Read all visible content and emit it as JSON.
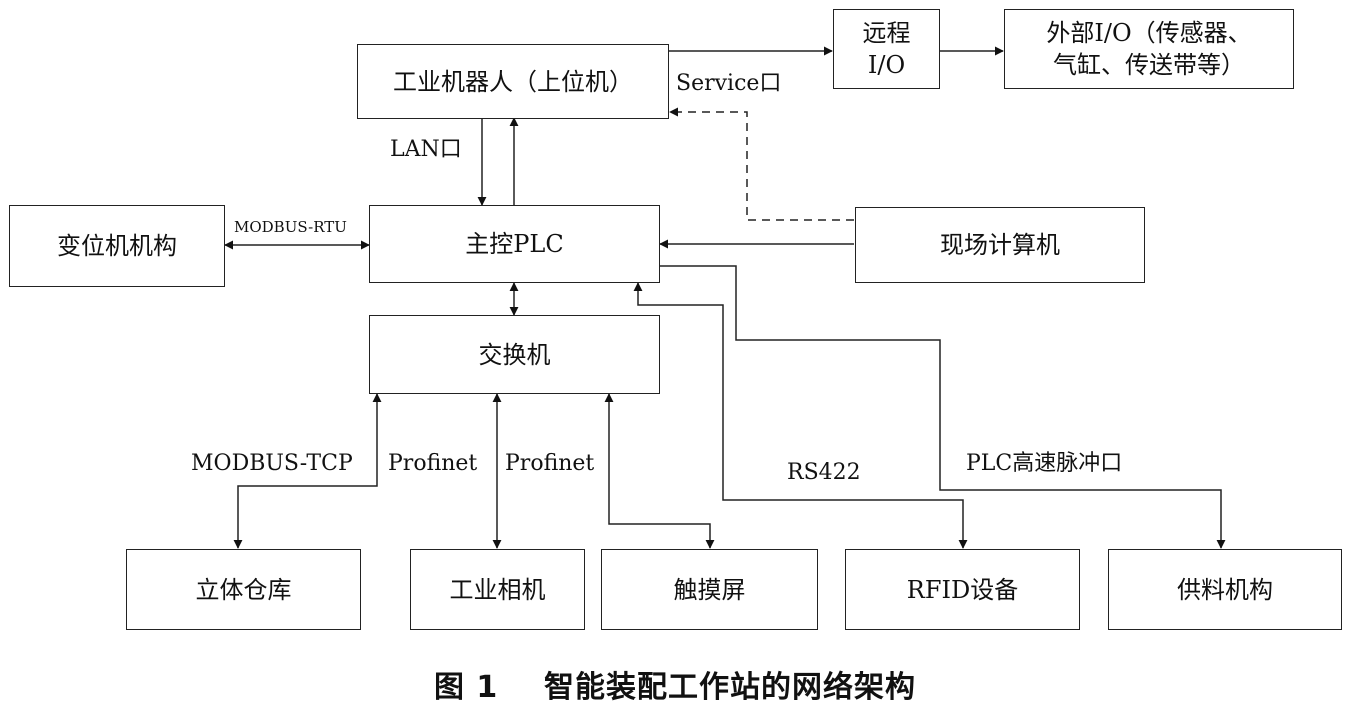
{
  "nodes": {
    "robot": "工业机器人（上位机）",
    "remote_io": "远程\nI/O",
    "external_io": "外部I/O（传感器、\n气缸、传送带等）",
    "positioner": "变位机机构",
    "main_plc": "主控PLC",
    "field_pc": "现场计算机",
    "switch": "交换机",
    "warehouse": "立体仓库",
    "camera": "工业相机",
    "touchscreen": "触摸屏",
    "rfid": "RFID设备",
    "feeder": "供料机构"
  },
  "links": {
    "service_port": "Service口",
    "lan_port": "LAN口",
    "modbus_rtu": "MODBUS-RTU",
    "modbus_tcp": "MODBUS-TCP",
    "profinet_1": "Profinet",
    "profinet_2": "Profinet",
    "rs422": "RS422",
    "plc_pulse": "PLC高速脉冲口"
  },
  "caption": {
    "figure_no": "图 1",
    "title": "智能装配工作站的网络架构"
  }
}
